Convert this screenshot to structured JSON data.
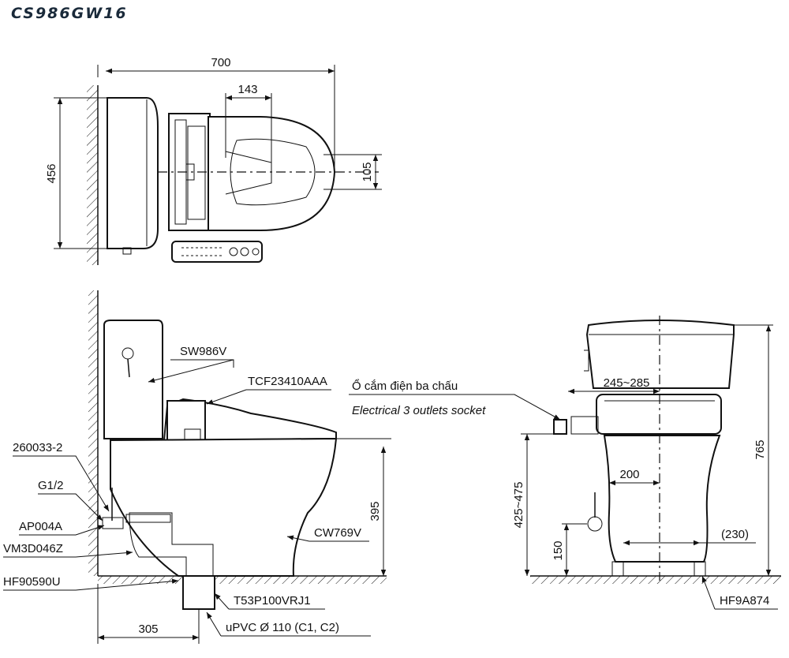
{
  "title": "CS986GW16",
  "dimensions": {
    "top_width": "700",
    "top_depth": "456",
    "seat_opening": "143",
    "seat_offset": "105",
    "side_height": "395",
    "rough_in": "305",
    "front_height": "765",
    "socket_range": "245~285",
    "socket_height": "425~475",
    "centre_offset": "200",
    "supply_height": "150",
    "bolt_spacing": "(230)"
  },
  "labels": {
    "tank": "SW986V",
    "seat": "TCF23410AAA",
    "bowl": "CW769V",
    "stop_valve": "260033-2",
    "thread": "G1/2",
    "hose": "AP004A",
    "gasket": "VM3D046Z",
    "flange": "HF90590U",
    "adapter": "T53P100VRJ1",
    "pipe": "uPVC Ø 110 (C1, C2)",
    "bolt": "HF9A874",
    "socket_vi": "Ổ cắm điện ba chấu",
    "socket_en": "Electrical 3 outlets socket"
  }
}
